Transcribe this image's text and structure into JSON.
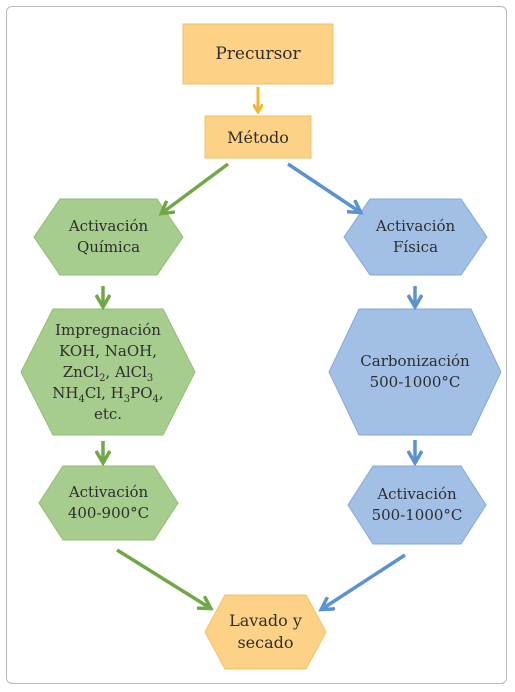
{
  "colors": {
    "yellow_fill": "#fdd286",
    "yellow_stroke": "#f2c060",
    "green_fill": "#a6cd8d",
    "green_stroke": "#90bd73",
    "blue_fill": "#a2bfe6",
    "blue_stroke": "#86a9d8",
    "green_arrow": "#70a845",
    "blue_arrow": "#5b93d2",
    "yellow_arrow": "#f4b530"
  },
  "nodes": {
    "precursor": "Precursor",
    "metodo": "Método",
    "quimica": {
      "line1": "Activación",
      "line2": "Química"
    },
    "impregnacion": {
      "line1": "Impregnación",
      "line2": "KOH, NaOH,",
      "line3_a": "ZnCl",
      "line3_b": "2",
      "line3_c": ", AlCl",
      "line3_d": "3",
      "line4_a": "NH",
      "line4_b": "4",
      "line4_c": "Cl, H",
      "line4_d": "3",
      "line4_e": "PO",
      "line4_f": "4",
      "line4_g": ",",
      "line5": "etc."
    },
    "activacion_green": {
      "line1": "Activación",
      "line2": "400-900°C"
    },
    "fisica": {
      "line1": "Activación",
      "line2": "Física"
    },
    "carbonizacion": {
      "line1": "Carbonización",
      "line2": "500-1000°C"
    },
    "activacion_blue": {
      "line1": "Activación",
      "line2": "500-1000°C"
    },
    "lavado": {
      "line1": "Lavado y",
      "line2": "secado"
    }
  }
}
